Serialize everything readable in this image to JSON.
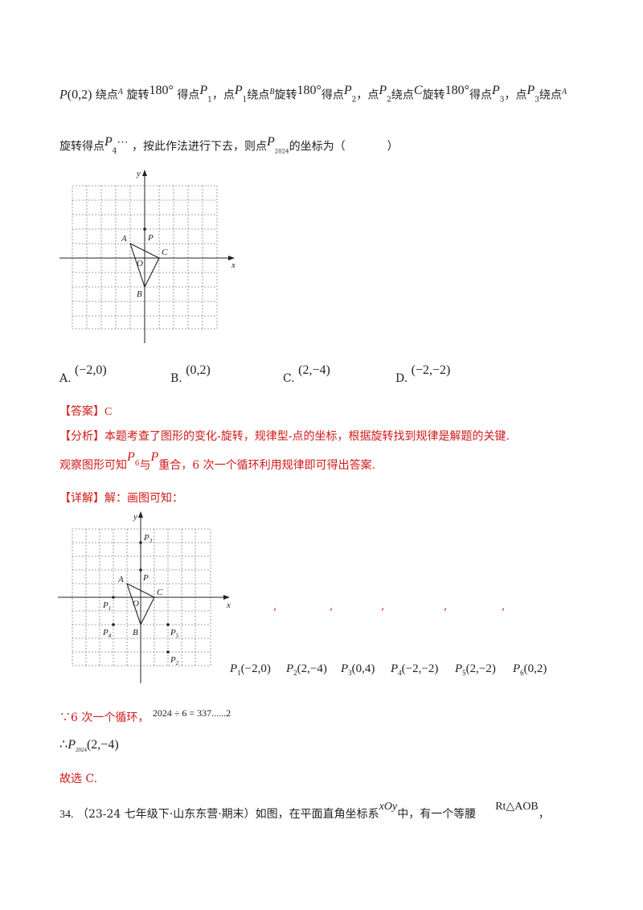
{
  "problem": {
    "line1": {
      "p": "P",
      "p_coords": "(0,2)",
      "t1": "绕点",
      "A": "A",
      "t2": "旋转",
      "deg": "180°",
      "t3": "得点",
      "p1": "P",
      "p1_sub": "1",
      "t4": "，点",
      "p1b": "P",
      "p1b_sub": "1",
      "t5": "绕点",
      "B": "B",
      "t6": "旋转",
      "deg2": "180°",
      "t7": "得点",
      "p2": "P",
      "p2_sub": "2",
      "t8": "，点",
      "p2b": "P",
      "p2b_sub": "2",
      "t9": "绕点",
      "C": "C",
      "t10": "旋转",
      "deg3": "180°",
      "t11": "得点",
      "p3": "P",
      "p3_sub": "3",
      "t12": "，点",
      "p3b": "P",
      "p3b_sub": "3",
      "t13": "绕点",
      "A2": "A"
    },
    "line2": {
      "t1": "旋转得点",
      "p4": "P",
      "p4_sub": "4",
      "dots": "⋯",
      "t2": "，按此作法进行下去，则点",
      "pn": "P",
      "pn_sub": "2024",
      "t3": "的坐标为（",
      "t4": "）"
    }
  },
  "figure1": {
    "labels": {
      "x": "x",
      "y": "y",
      "A": "A",
      "B": "B",
      "C": "C",
      "O": "O",
      "P": "P"
    }
  },
  "options": [
    {
      "label": "A.",
      "value": "(−2,0)"
    },
    {
      "label": "B.",
      "value": "(0,2)"
    },
    {
      "label": "C.",
      "value": "(2,−4)"
    },
    {
      "label": "D.",
      "value": "(−2,−2)"
    }
  ],
  "answer": {
    "tag": "【答案】",
    "value": "C"
  },
  "analysis": {
    "tag": "【分析】",
    "text": "本题考查了图形的变化-旋转，规律型-点的坐标，根据旋转找到规律是解题的关键.",
    "line2_a": "观察图形可知",
    "p6": "P",
    "p6_sub": "6",
    "yu": "与",
    "p": "P",
    "line2_b": "重合，6 次一个循环利用规律即可得出答案."
  },
  "detail": {
    "tag": "【详解】",
    "text": "解：画图可知：",
    "commas": [
      ",",
      ",",
      ",",
      ",",
      ","
    ],
    "points": [
      {
        "name": "P",
        "sub": "1",
        "coords": "(−2,0)"
      },
      {
        "name": "P",
        "sub": "2",
        "coords": "(2,−4)"
      },
      {
        "name": "P",
        "sub": "3",
        "coords": "(0,4)"
      },
      {
        "name": "P",
        "sub": "4",
        "coords": "(−2,−2)"
      },
      {
        "name": "P",
        "sub": "5",
        "coords": "(2,−2)"
      },
      {
        "name": "P",
        "sub": "6",
        "coords": "(0,2)"
      }
    ],
    "because_a": "∵6 次一个循环，",
    "because_b": "2024 ÷ 6 = 337......2",
    "therefore": "∴",
    "therefore_p": "P",
    "therefore_sub": "2024",
    "therefore_coords": "(2,−4)",
    "choose": "故选 C."
  },
  "figure2": {
    "labels": {
      "x": "x",
      "y": "y",
      "A": "A",
      "B": "B",
      "C": "C",
      "O": "O",
      "P": "P",
      "P1": "P",
      "P1s": "1",
      "P2": "P",
      "P2s": "2",
      "P3": "P",
      "P3s": "3",
      "P4": "P",
      "P4s": "4",
      "P5": "P",
      "P5s": "5"
    }
  },
  "next": {
    "num": "34.",
    "src": "（23-24 七年级下·山东东营·期末）如图，在平面直角坐标系",
    "xoy": "xOy",
    "mid": "中，有一个等腰",
    "tri": "Rt△AOB",
    "end": "，"
  }
}
